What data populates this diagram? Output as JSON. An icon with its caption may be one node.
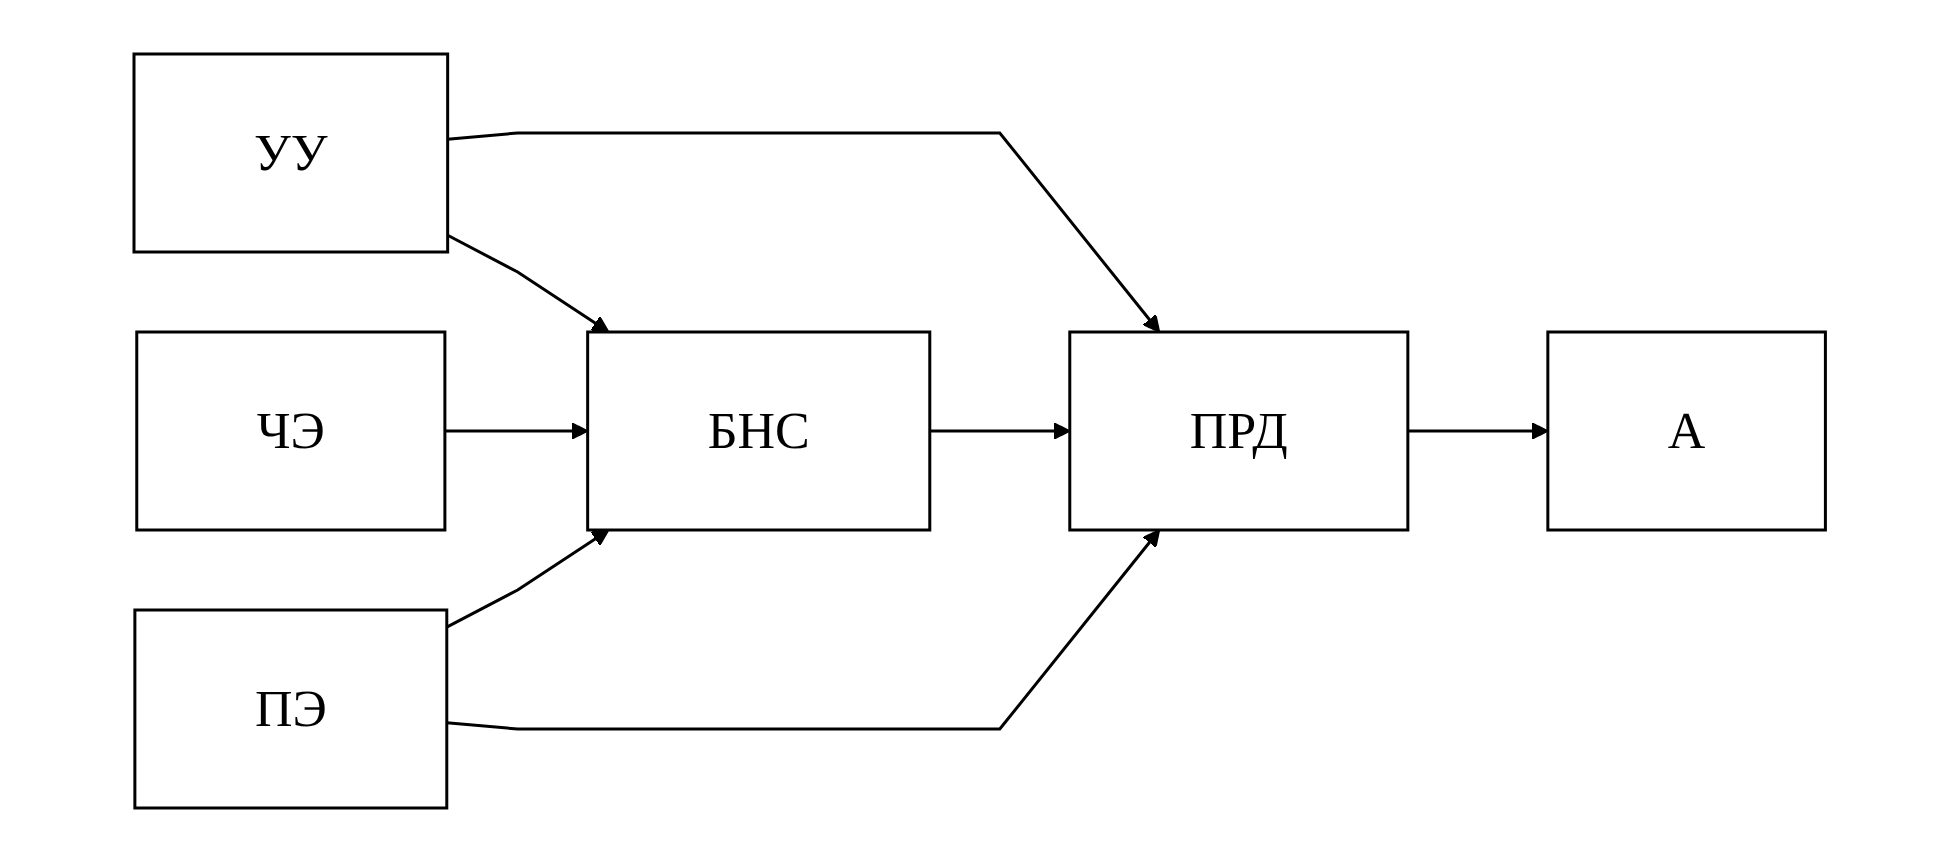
{
  "diagram": {
    "nodes": [
      {
        "text": [
          "УУ"
        ]
      },
      {
        "text": [
          "ЧЭ"
        ]
      },
      {
        "text": [
          "БНС"
        ]
      },
      {
        "text": [
          "ПРД"
        ]
      },
      {
        "text": [
          "А"
        ]
      },
      {
        "text": [
          "ПЭ"
        ]
      }
    ],
    "edges": [
      {
        "from": 0,
        "to": 2,
        "arrow": "to"
      },
      {
        "from": 0,
        "to": 3,
        "arrow": "to"
      },
      {
        "from": 1,
        "to": 2,
        "arrow": "to"
      },
      {
        "from": 2,
        "to": 3,
        "arrow": "to"
      },
      {
        "from": 3,
        "to": 4,
        "arrow": "to"
      },
      {
        "from": 5,
        "to": 2,
        "arrow": "to"
      },
      {
        "from": 5,
        "to": 3,
        "arrow": "to"
      }
    ]
  }
}
